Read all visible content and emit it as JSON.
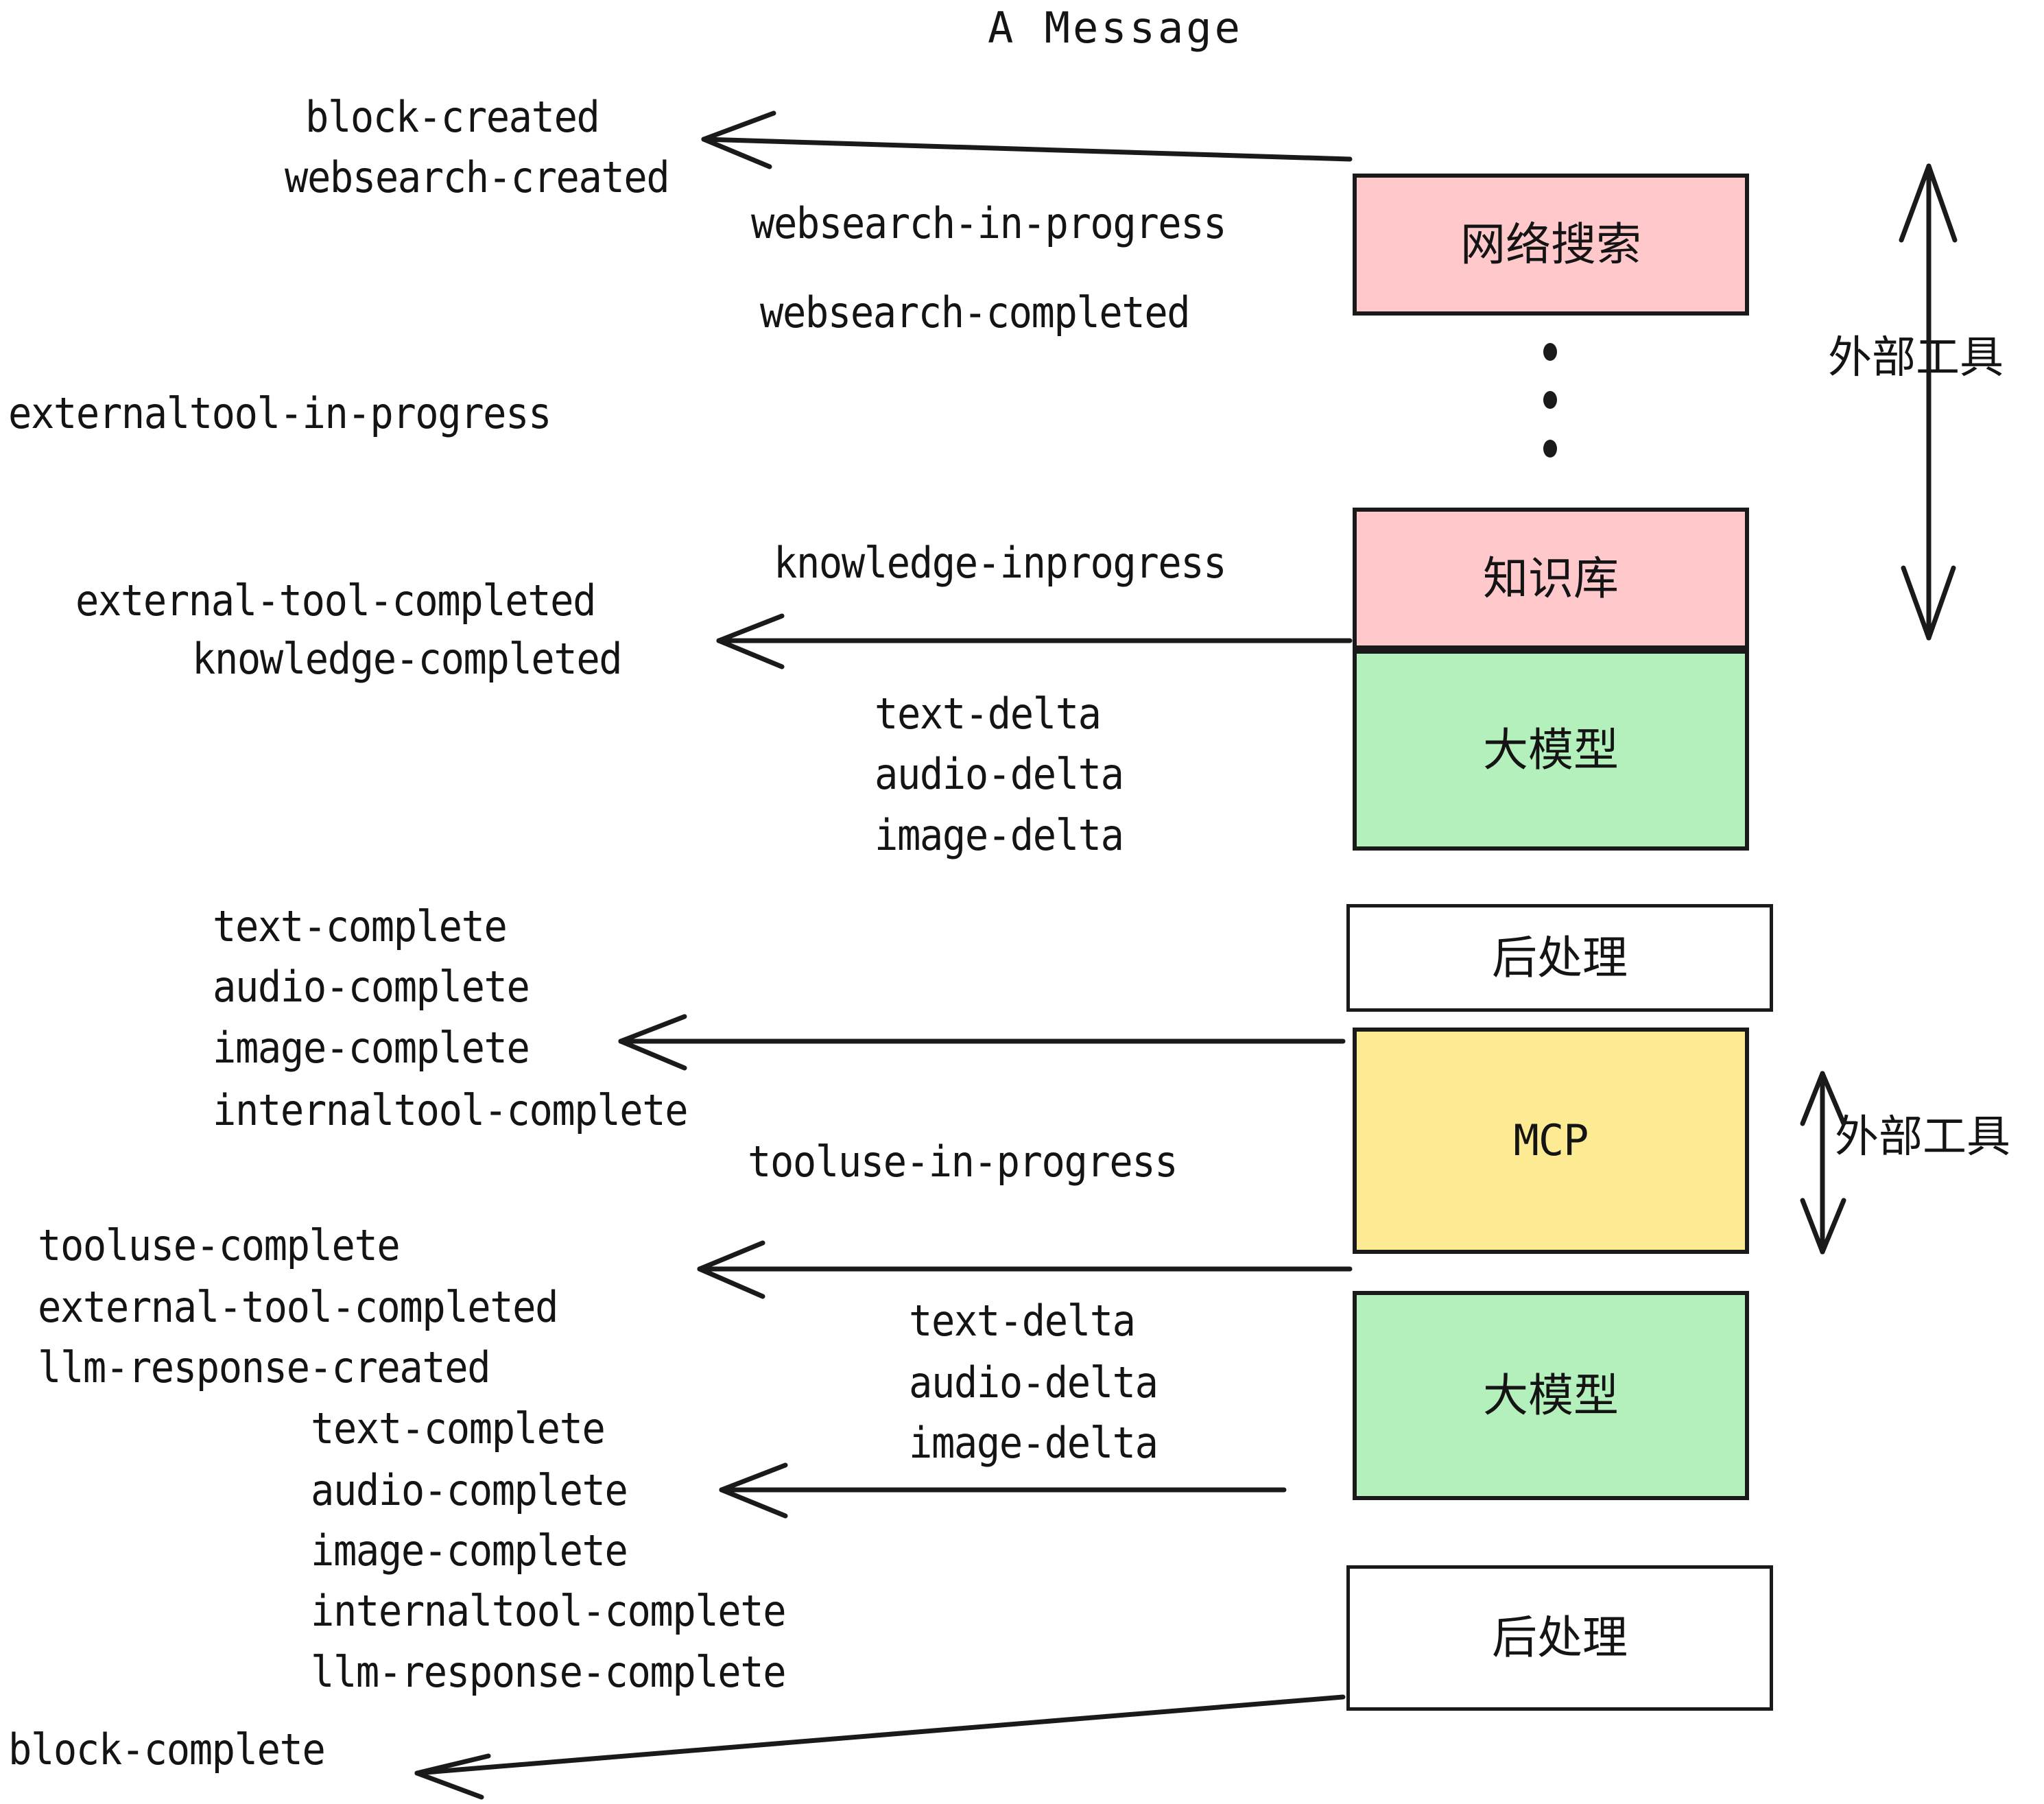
{
  "title": "A Message",
  "colors": {
    "pink": "#FFC9CC",
    "green": "#B3F0BC",
    "yellow": "#FCEB92",
    "white": "#FFFFFF",
    "stroke": "#1A1A1A",
    "text": "#141414"
  },
  "boxes": [
    {
      "id": "websearch",
      "label": "网络搜索",
      "fill": "#FFC9CC",
      "lang": "cn"
    },
    {
      "id": "knowledge",
      "label": "知识库",
      "fill": "#FFC9CC",
      "lang": "cn"
    },
    {
      "id": "llm-1",
      "label": "大模型",
      "fill": "#B3F0BC",
      "lang": "cn"
    },
    {
      "id": "postprocess-1",
      "label": "后处理",
      "fill": "#FFFFFF",
      "lang": "cn"
    },
    {
      "id": "mcp",
      "label": "MCP",
      "fill": "#FCEB92",
      "lang": "en"
    },
    {
      "id": "llm-2",
      "label": "大模型",
      "fill": "#B3F0BC",
      "lang": "cn"
    },
    {
      "id": "postprocess-2",
      "label": "后处理",
      "fill": "#FFFFFF",
      "lang": "cn"
    }
  ],
  "side_labels": [
    {
      "id": "external-tools-top",
      "text": "外部工具"
    },
    {
      "id": "external-tools-bottom",
      "text": "外部工具"
    }
  ],
  "events": [
    {
      "id": "block-created",
      "text": "block-created"
    },
    {
      "id": "websearch-created",
      "text": "websearch-created"
    },
    {
      "id": "websearch-in-progress",
      "text": "websearch-in-progress"
    },
    {
      "id": "websearch-completed",
      "text": "websearch-completed"
    },
    {
      "id": "externaltool-in-progress",
      "text": "externaltool-in-progress"
    },
    {
      "id": "knowledge-inprogress",
      "text": "knowledge-inprogress"
    },
    {
      "id": "external-tool-completed-1",
      "text": "external-tool-completed"
    },
    {
      "id": "knowledge-completed",
      "text": "knowledge-completed"
    },
    {
      "id": "text-delta-1",
      "text": "text-delta"
    },
    {
      "id": "audio-delta-1",
      "text": "audio-delta"
    },
    {
      "id": "image-delta-1",
      "text": "image-delta"
    },
    {
      "id": "text-complete-1",
      "text": "text-complete"
    },
    {
      "id": "audio-complete-1",
      "text": "audio-complete"
    },
    {
      "id": "image-complete-1",
      "text": "image-complete"
    },
    {
      "id": "internaltool-complete-1",
      "text": "internaltool-complete"
    },
    {
      "id": "tooluse-in-progress",
      "text": "tooluse-in-progress"
    },
    {
      "id": "tooluse-complete",
      "text": "tooluse-complete"
    },
    {
      "id": "external-tool-completed-2",
      "text": "external-tool-completed"
    },
    {
      "id": "llm-response-created",
      "text": "llm-response-created"
    },
    {
      "id": "text-delta-2",
      "text": "text-delta"
    },
    {
      "id": "audio-delta-2",
      "text": "audio-delta"
    },
    {
      "id": "image-delta-2",
      "text": "image-delta"
    },
    {
      "id": "text-complete-2",
      "text": "text-complete"
    },
    {
      "id": "audio-complete-2",
      "text": "audio-complete"
    },
    {
      "id": "image-complete-2",
      "text": "image-complete"
    },
    {
      "id": "internaltool-complete-2",
      "text": "internaltool-complete"
    },
    {
      "id": "llm-response-complete",
      "text": "llm-response-complete"
    },
    {
      "id": "block-complete",
      "text": "block-complete"
    }
  ]
}
